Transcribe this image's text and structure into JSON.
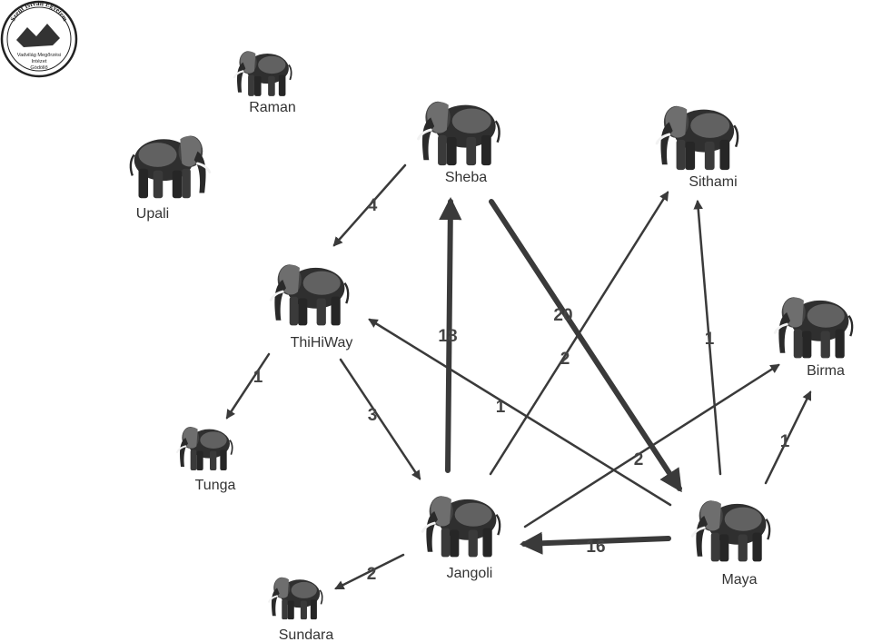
{
  "logo": {
    "top_text": "Szent István Egyetem",
    "line1": "Vadvilág Megőrzési",
    "line2": "Intézet",
    "line3": "Gödöllő"
  },
  "elephants": [
    {
      "id": "raman",
      "label": "Raman"
    },
    {
      "id": "upali",
      "label": "Upali"
    },
    {
      "id": "sheba",
      "label": "Sheba"
    },
    {
      "id": "sithami",
      "label": "Sithami"
    },
    {
      "id": "thihiway",
      "label": "ThiHiWay"
    },
    {
      "id": "birma",
      "label": "Birma"
    },
    {
      "id": "tunga",
      "label": "Tunga"
    },
    {
      "id": "jangoli",
      "label": "Jangoli"
    },
    {
      "id": "maya",
      "label": "Maya"
    },
    {
      "id": "sundara",
      "label": "Sundara"
    }
  ],
  "edges": [
    {
      "from": "sheba",
      "to": "thihiway",
      "weight": "4"
    },
    {
      "from": "jangoli",
      "to": "sheba",
      "weight": "18"
    },
    {
      "from": "sheba",
      "to": "maya",
      "weight": "20"
    },
    {
      "from": "jangoli",
      "to": "sithami",
      "weight": "2"
    },
    {
      "from": "maya",
      "to": "sithami",
      "weight": "1"
    },
    {
      "from": "thihiway",
      "to": "tunga",
      "weight": "1"
    },
    {
      "from": "thihiway",
      "to": "jangoli",
      "weight": "3"
    },
    {
      "from": "maya",
      "to": "thihiway",
      "weight": "1"
    },
    {
      "from": "jangoli",
      "to": "birma",
      "weight": "2"
    },
    {
      "from": "maya",
      "to": "birma",
      "weight": "1"
    },
    {
      "from": "maya",
      "to": "jangoli",
      "weight": "16"
    },
    {
      "from": "jangoli",
      "to": "sundara",
      "weight": "2"
    }
  ],
  "colors": {
    "edge": "#3a3a3a",
    "elephant": "#2b2b2b",
    "elephant_light": "#7a7a7a",
    "label": "#333333"
  }
}
